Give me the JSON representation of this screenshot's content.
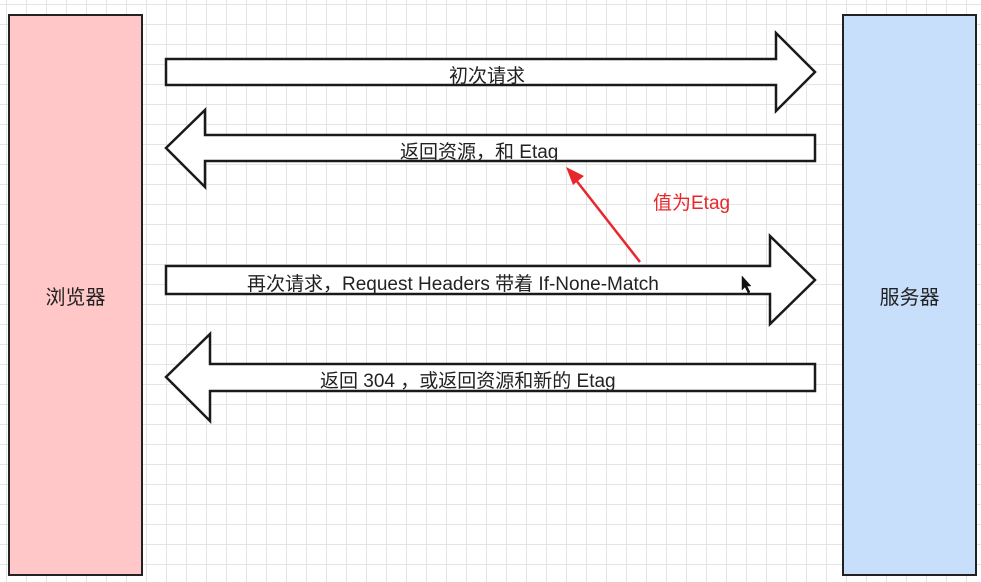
{
  "actors": {
    "client": "浏览器",
    "server": "服务器"
  },
  "flows": [
    {
      "label": "初次请求",
      "direction": "right"
    },
    {
      "label": "返回资源，和 Etag",
      "direction": "left"
    },
    {
      "label": "再次请求，Request Headers 带着 If-None-Match",
      "direction": "right"
    },
    {
      "label": "返回 304 ，或返回资源和新的 Etag",
      "direction": "left"
    }
  ],
  "annotation": {
    "text": "值为Etag",
    "color": "#e8272d"
  },
  "colors": {
    "client_fill": "#ffc7c7",
    "server_fill": "#c8dffb",
    "grid": "#e4e4e4"
  }
}
